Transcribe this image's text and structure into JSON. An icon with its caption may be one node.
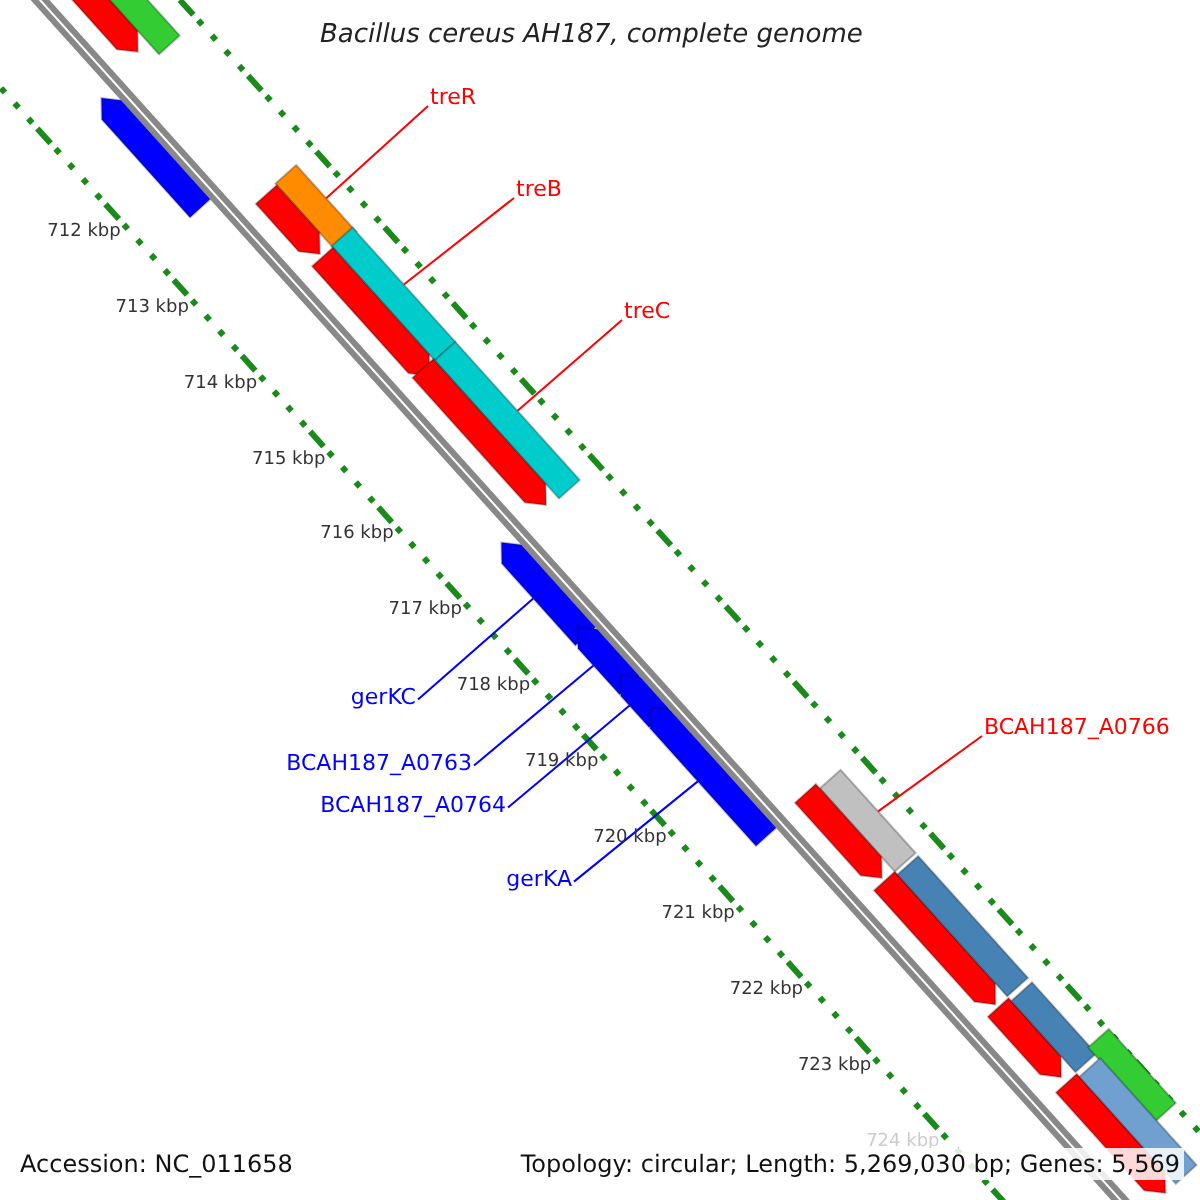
{
  "diagram": {
    "title": "Bacillus cereus AH187, complete genome",
    "nodes": [
      {
        "text": [
          "treR"
        ]
      },
      {
        "text": [],
        "shape": "box"
      },
      {
        "text": [
          "treB"
        ]
      },
      {
        "text": [],
        "shape": "box"
      },
      {
        "text": [
          "treC"
        ]
      },
      {
        "text": [],
        "shape": "box"
      },
      {
        "text": [
          "BCAH187_A0766"
        ]
      },
      {
        "text": [],
        "shape": "box"
      },
      {
        "text": [
          "gerKC"
        ]
      },
      {
        "text": [],
        "shape": "arrow"
      },
      {
        "text": [
          "BCAH187_A0763"
        ]
      },
      {
        "text": [],
        "shape": "arrow"
      },
      {
        "text": [
          "BCAH187_A0764"
        ]
      },
      {
        "text": [],
        "shape": "arrow"
      },
      {
        "text": [
          "gerKA"
        ]
      },
      {
        "text": [],
        "shape": "arrow"
      },
      {
        "text": [],
        "shape": "arrow"
      },
      {
        "text": [],
        "shape": "box"
      },
      {
        "text": [],
        "shape": "arrow"
      },
      {
        "text": [],
        "shape": "arrow"
      },
      {
        "text": [],
        "shape": "arrow"
      },
      {
        "text": [],
        "shape": "arrow"
      },
      {
        "text": [],
        "shape": "arrow"
      },
      {
        "text": [],
        "shape": "arrow"
      },
      {
        "text": [],
        "shape": "box"
      },
      {
        "text": [],
        "shape": "arrow"
      },
      {
        "text": [],
        "shape": "box"
      },
      {
        "text": [],
        "shape": "box"
      },
      {
        "text": [],
        "shape": "arrow"
      },
      {
        "text": [],
        "shape": "box"
      }
    ],
    "edges": [
      {
        "from": 0,
        "to": 1,
        "arrow": "none"
      },
      {
        "from": 2,
        "to": 3,
        "arrow": "none"
      },
      {
        "from": 4,
        "to": 5,
        "arrow": "none"
      },
      {
        "from": 6,
        "to": 7,
        "arrow": "none"
      },
      {
        "from": 8,
        "to": 9,
        "arrow": "none",
        "color": "#0000ff"
      },
      {
        "from": 10,
        "to": 11,
        "arrow": "none",
        "color": "#0000ff"
      },
      {
        "from": 12,
        "to": 13,
        "arrow": "none",
        "color": "#0000ff"
      },
      {
        "from": 14,
        "to": 15,
        "arrow": "none",
        "color": "#0000ff"
      }
    ],
    "labels": [
      "712 kbp",
      "713 kbp",
      "714 kbp",
      "715 kbp",
      "716 kbp",
      "717 kbp",
      "718 kbp",
      "719 kbp",
      "720 kbp",
      "721 kbp",
      "722 kbp",
      "723 kbp",
      "724 kbp",
      "Accession: NC_011658",
      "Topology: circular; Length: 5,269,030 bp; Genes: 5,569"
    ]
  }
}
